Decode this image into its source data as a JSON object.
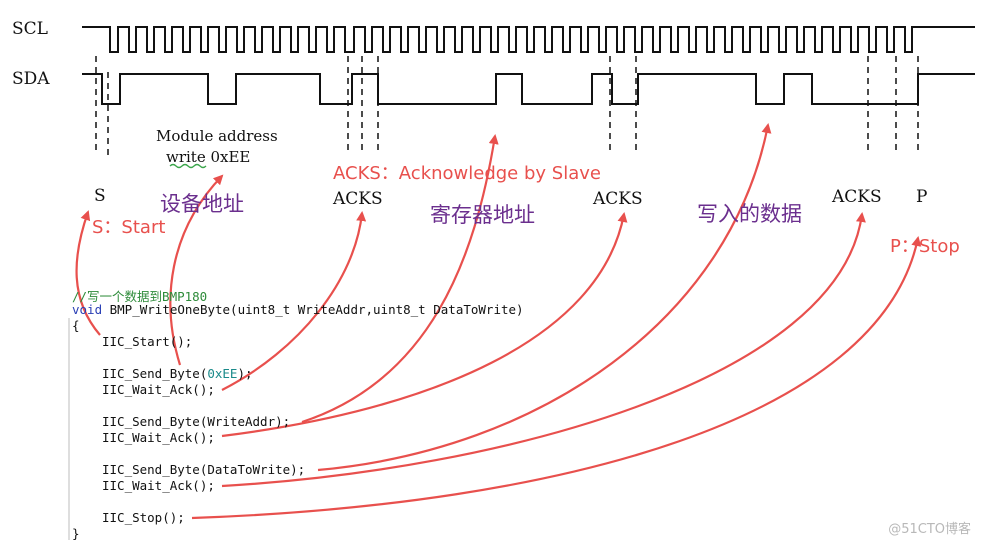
{
  "signals": {
    "scl": "SCL",
    "sda": "SDA"
  },
  "timing_labels": {
    "start": "S",
    "ack1": "ACKS",
    "ack2": "ACKS",
    "ack3": "ACKS",
    "stop": "P",
    "module_line1": "Module address",
    "module_line2": "write 0xEE"
  },
  "annotations": {
    "device_address": "设备地址",
    "start_desc": "S：Start",
    "acks_desc": "ACKS：Acknowledge by Slave",
    "register_address": "寄存器地址",
    "data_written": "写入的数据",
    "stop_desc": "P：Stop"
  },
  "code": {
    "comment": "//写一个数据到BMP180",
    "kw_void": "void",
    "signature_rest": " BMP_WriteOneByte(uint8_t WriteAddr,uint8_t DataToWrite)",
    "brace_open": "{",
    "start_call": "IIC_Start();",
    "send_prefix": "IIC_Send_Byte(",
    "send_value": "0xEE",
    "send_suffix": ");",
    "wait_ack_1": "IIC_Wait_Ack();",
    "send_write_addr": "IIC_Send_Byte(WriteAddr);",
    "wait_ack_2": "IIC_Wait_Ack();",
    "send_data": "IIC_Send_Byte(DataToWrite);",
    "wait_ack_3": "IIC_Wait_Ack();",
    "stop_call": "IIC_Stop();",
    "brace_close": "}"
  },
  "watermark": "@51CTO博客",
  "colors": {
    "arrow": "#e8504d",
    "annotation_purple": "#6b2f8e",
    "comment_green": "#2e8b3a",
    "keyword_blue": "#2a3fb5"
  }
}
